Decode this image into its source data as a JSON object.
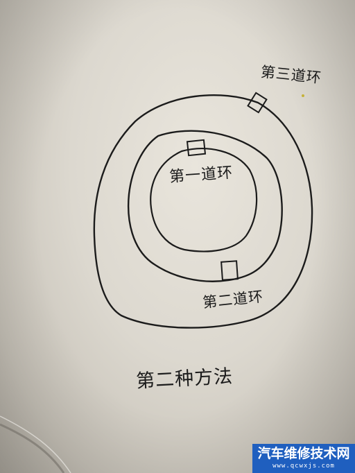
{
  "labels": {
    "third_ring": "第三道环",
    "first_ring": "第一道环",
    "second_ring": "第二道环",
    "method": "第二种方法"
  },
  "watermark": {
    "name": "汽车维修技术网",
    "url": "www.qcwxjs.com"
  },
  "colors": {
    "ink": "#1b1b1b",
    "watermark_bg": "#1f5fbf"
  }
}
